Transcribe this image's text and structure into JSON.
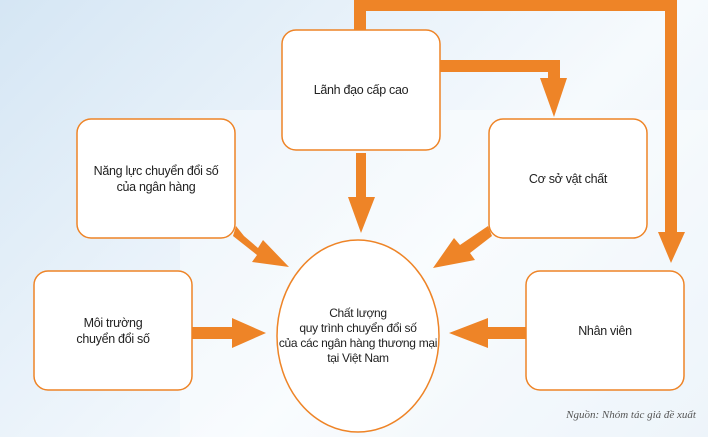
{
  "nodes": {
    "leadership": "Lãnh đạo cấp cao",
    "capability_line1": "Năng lực chuyển đổi số",
    "capability_line2": "của ngân hàng",
    "infrastructure": "Cơ sở vật chất",
    "environment_line1": "Môi trường",
    "environment_line2": "chuyển đổi số",
    "staff": "Nhân viên",
    "center_line1": "Chất lượng",
    "center_line2": "quy trình chuyển đổi số",
    "center_line3": "của các ngân hàng thương mại",
    "center_line4": "tại Việt Nam"
  },
  "source": "Nguồn: Nhóm tác giả đề xuất",
  "colors": {
    "accent": "#ee8427",
    "box": "#ffffff"
  }
}
